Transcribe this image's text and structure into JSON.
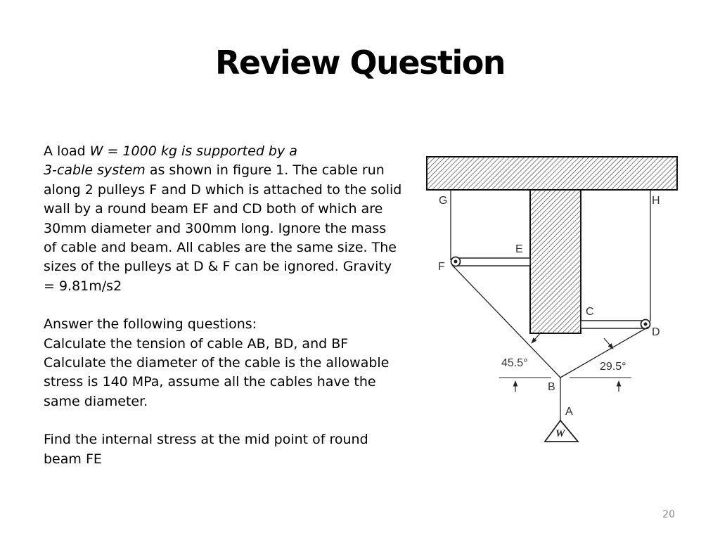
{
  "title": "Review Question",
  "problem": {
    "p1_a": "A load ",
    "p1_b": "W = 1000 kg is supported by a",
    "p1_c": "3",
    "p1_d": "-",
    "p1_e": "cable system",
    "p1_f": " as shown in figure 1. The cable run along 2 pulleys F and D which is attached to the solid wall by a round beam EF and CD both of which are 30mm diameter and 300mm long. Ignore the mass of cable and beam. All cables are the same size. The sizes of the pulleys at D & F can be ignored. Gravity = 9.81m/s2",
    "q_header": "Answer the following questions:",
    "q1": "Calculate the tension of cable AB, BD, and BF",
    "q2": "Calculate the diameter of the cable is the allowable stress is 140 MPa, assume all the cables have the same diameter.",
    "q3": "Find the internal stress at the mid point of round beam FE"
  },
  "figure": {
    "labels": {
      "G": "G",
      "H": "H",
      "E": "E",
      "F": "F",
      "C": "C",
      "D": "D",
      "B": "B",
      "A": "A",
      "W": "W"
    },
    "angle_left": "45.5°",
    "angle_right": "29.5°"
  },
  "page_number": "20"
}
